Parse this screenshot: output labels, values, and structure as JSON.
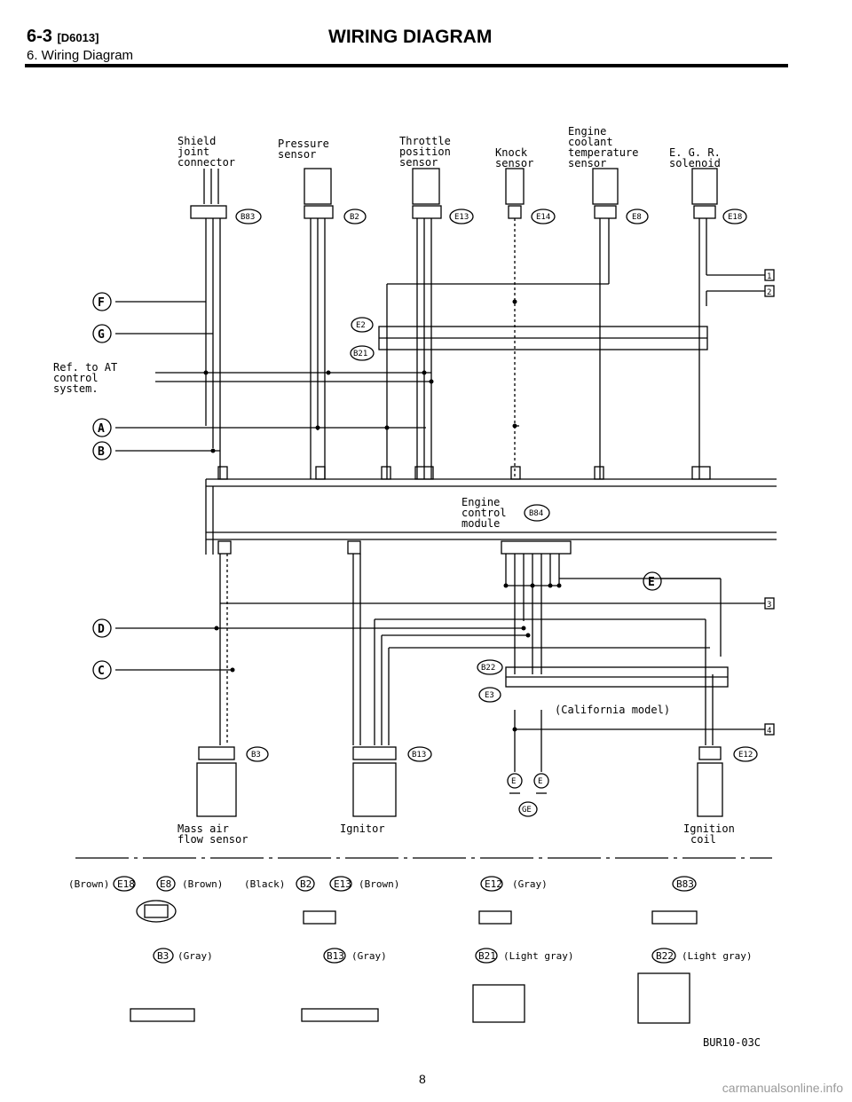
{
  "header": {
    "section": "6-3",
    "doc_code": "[D6013]",
    "subtitle": "6. Wiring Diagram",
    "title": "WIRING DIAGRAM"
  },
  "components": {
    "shield": [
      "Shield",
      "joint",
      "connector"
    ],
    "pressure": [
      "Pressure",
      "sensor"
    ],
    "throttle": [
      "Throttle",
      "position",
      "sensor"
    ],
    "knock": [
      "Knock",
      "sensor"
    ],
    "coolant": [
      "Engine",
      "coolant",
      "temperature",
      "sensor"
    ],
    "egr": [
      "E. G. R.",
      "solenoid"
    ],
    "ecm": [
      "Engine",
      "control",
      "module"
    ],
    "maf": [
      "Mass air",
      "flow sensor"
    ],
    "ignitor": "Ignitor",
    "coil": [
      "Ignition",
      "coil"
    ]
  },
  "connectors": {
    "B83": "B83",
    "B2": "B2",
    "E13": "E13",
    "E14": "E14",
    "E8": "E8",
    "E18": "E18",
    "E2": "E2",
    "B21": "B21",
    "B84": "B84",
    "B22": "B22",
    "E3": "E3",
    "B3": "B3",
    "B13": "B13",
    "E12": "E12",
    "GE": "GE",
    "E": "E"
  },
  "refs": {
    "F": "F",
    "G": "G",
    "A": "A",
    "B": "B",
    "D": "D",
    "C": "C",
    "E": "E",
    "at_ref": [
      "Ref. to AT",
      "control",
      "system."
    ],
    "california": "(California model)"
  },
  "boxes": {
    "n1": "1",
    "n2": "2",
    "n3": "3",
    "n4": "4"
  },
  "legend": {
    "row1": [
      "(Brown)",
      "E18",
      "E8",
      "(Brown)",
      "(Black)",
      "B2",
      "E13",
      "(Brown)",
      "E12",
      "(Gray)",
      "B83"
    ],
    "row2": [
      "B3",
      "(Gray)",
      "B13",
      "(Gray)",
      "B21",
      "(Light gray)",
      "B22",
      "(Light gray)"
    ]
  },
  "footer": {
    "code": "BUR10-03C",
    "page": "8",
    "watermark": "carmanualsonline.info"
  }
}
